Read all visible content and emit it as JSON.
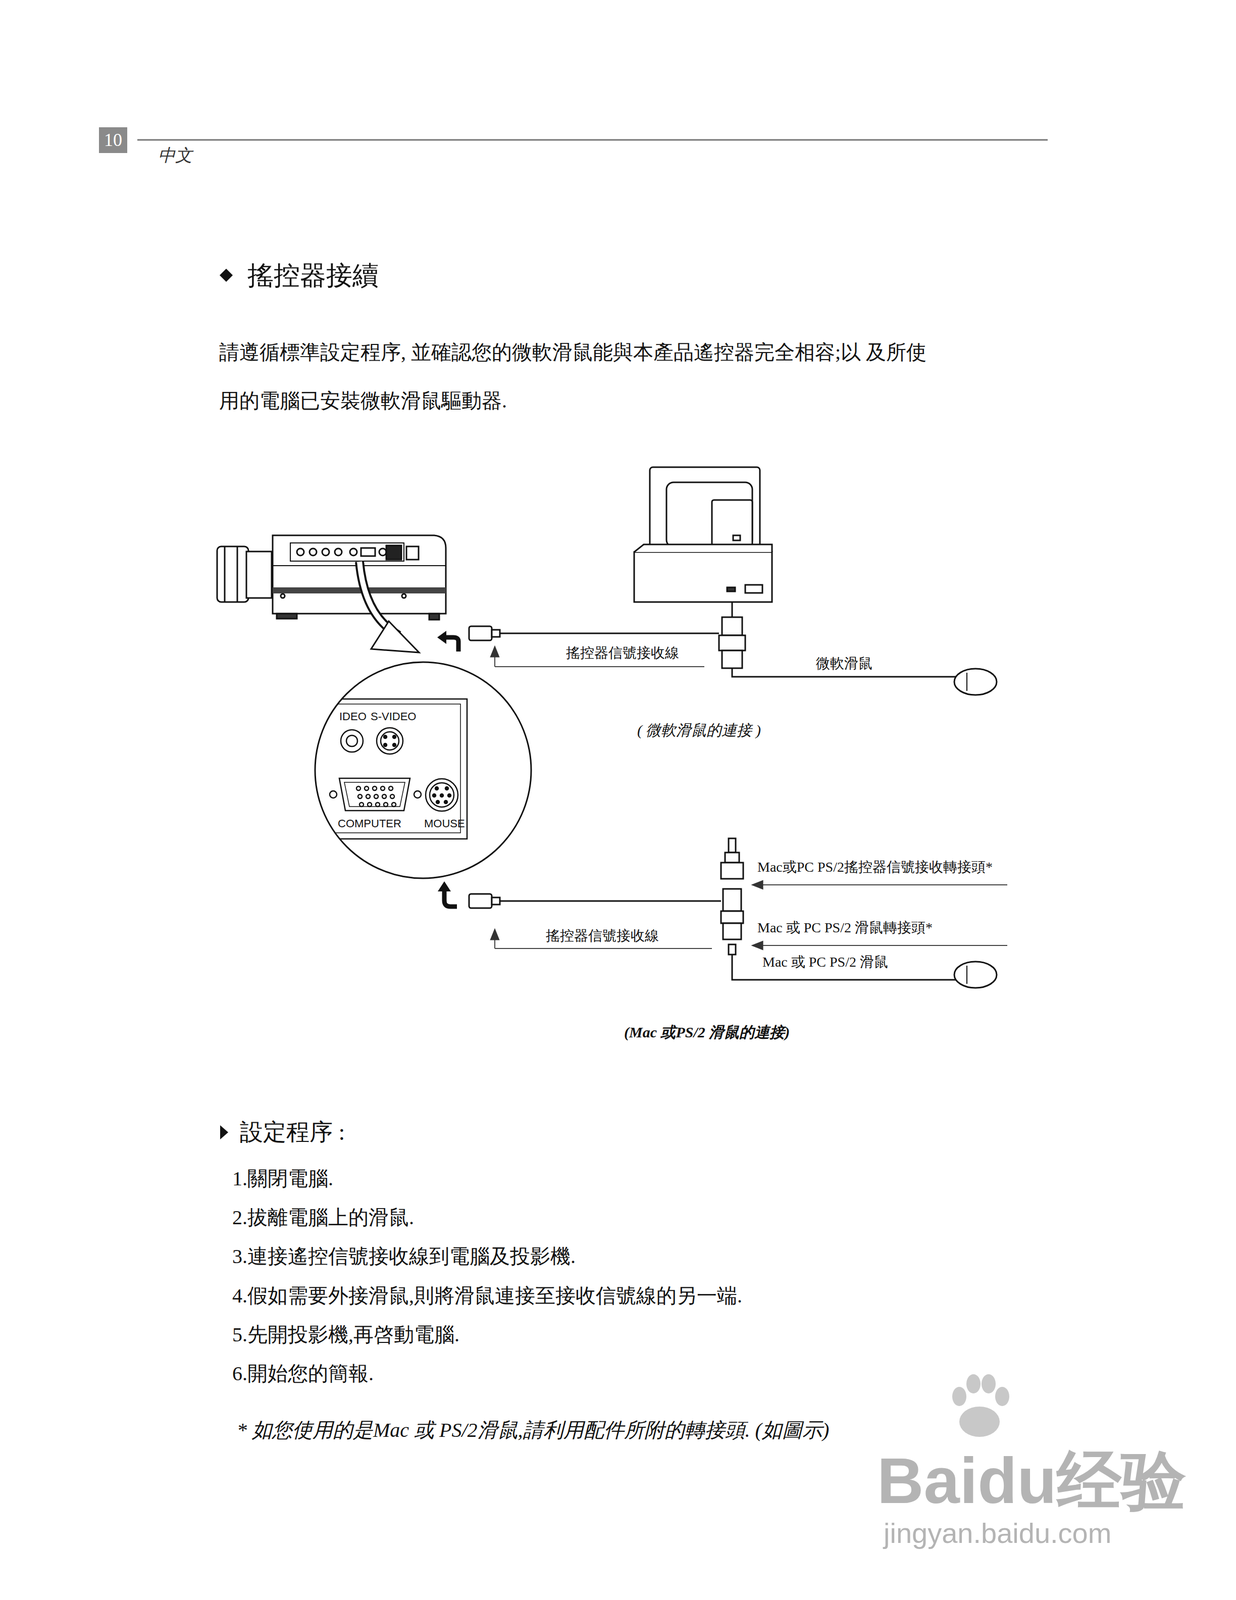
{
  "diagram": {
    "title": "搖控器接續",
    "nodes": [
      {
        "text": [
          "IDEO",
          "S-VIDEO",
          "COMPUTER",
          "MOUSE"
        ]
      }
    ],
    "labels": [
      "10",
      "中文",
      "請遵循標準設定程序, 並確認您的微軟滑鼠能與本產品遙控器完全相容;以 及所使用的電腦已安裝微軟滑鼠驅動器.",
      "搖控器信號接收線",
      "微軟滑鼠",
      "( 微軟滑鼠的連接 )",
      "Mac或PC PS/2搖控器信號接收轉接頭*",
      "Mac 或 PC PS/2 滑鼠轉接頭*",
      "搖控器信號接收線",
      "Mac 或 PC PS/2 滑鼠",
      "(Mac 或PS/2 滑鼠的連接)",
      "設定程序 :",
      "1.關閉電腦.",
      "2.拔離電腦上的滑鼠.",
      "3.連接遙控信號接收線到電腦及投影機.",
      "4.假如需要外接滑鼠,則將滑鼠連接至接收信號線的另一端.",
      "5.先開投影機,再啓動電腦.",
      "6.開始您的簡報.",
      "* 如您使用的是Mac 或 PS/2滑鼠,請利用配件所附的轉接頭. (如圖示)",
      "Baidu经验",
      "jingyan.baidu.com"
    ]
  }
}
